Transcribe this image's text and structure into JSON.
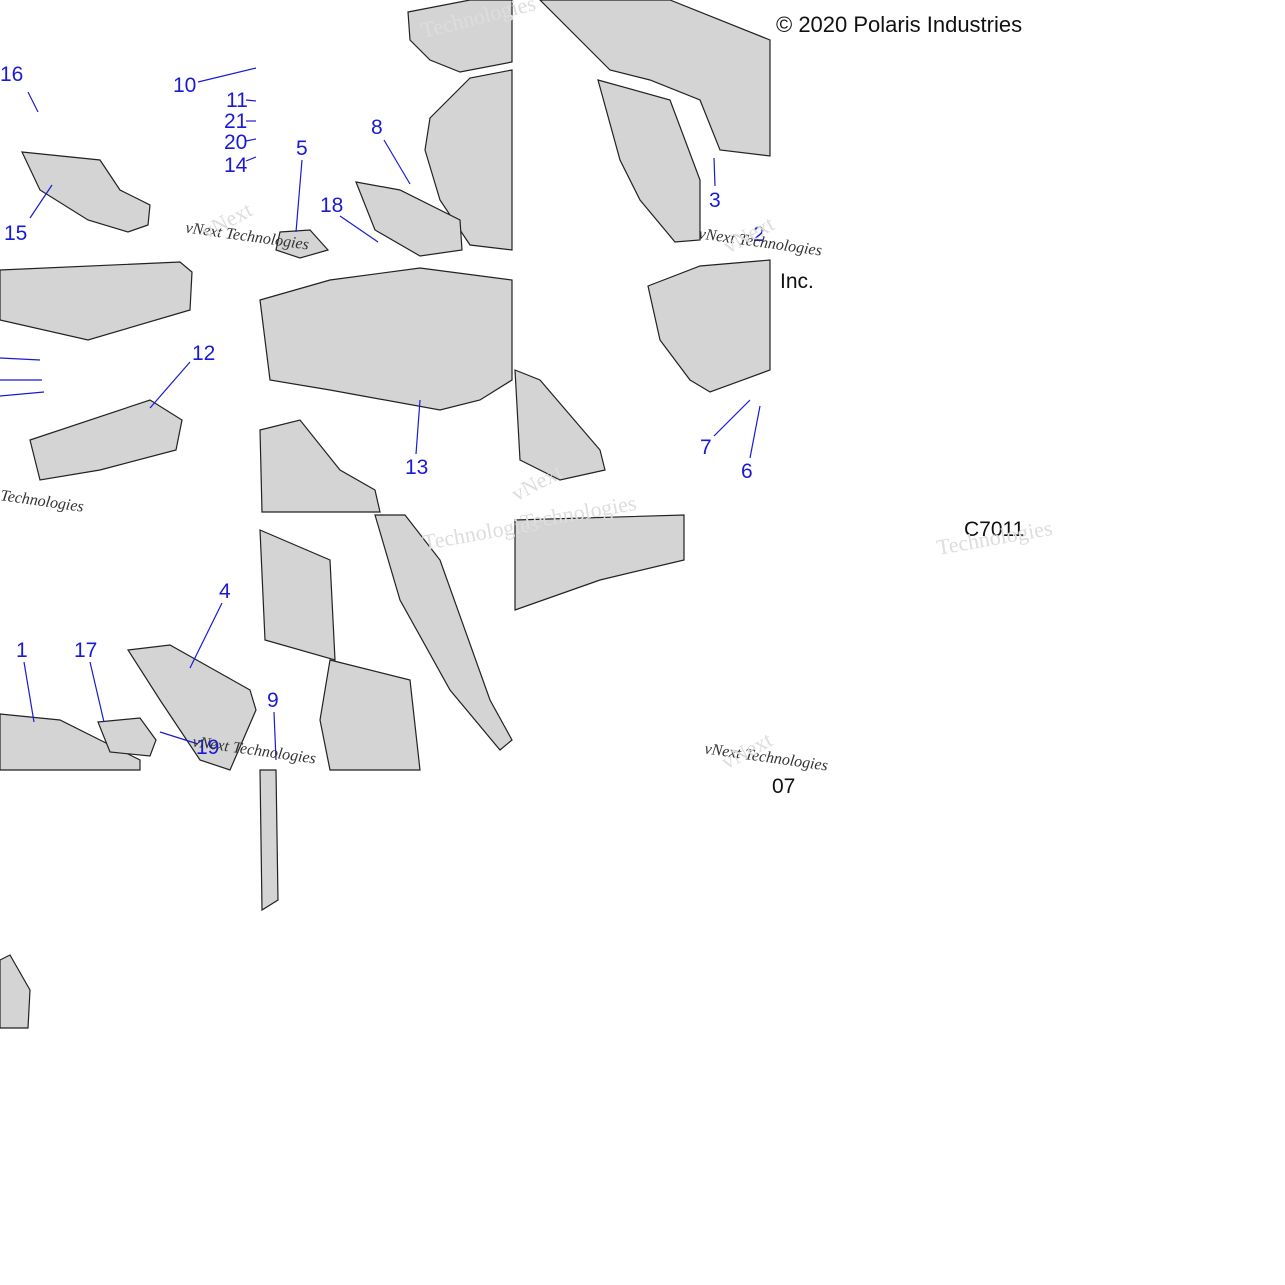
{
  "copyright": "© 2020 Polaris Industries",
  "copyright_suffix": "Inc.",
  "figure_code": "C7011",
  "figure_code_suffix": "07",
  "watermarks": {
    "brand": "vNext",
    "technologies": "Technologies",
    "tagline": "vNext Technologies"
  },
  "callouts": [
    {
      "id": "c1",
      "label": "1"
    },
    {
      "id": "c2",
      "label": "2"
    },
    {
      "id": "c3",
      "label": "3"
    },
    {
      "id": "c4",
      "label": "4"
    },
    {
      "id": "c5",
      "label": "5"
    },
    {
      "id": "c6",
      "label": "6"
    },
    {
      "id": "c7",
      "label": "7"
    },
    {
      "id": "c8",
      "label": "8"
    },
    {
      "id": "c9",
      "label": "9"
    },
    {
      "id": "c10",
      "label": "10"
    },
    {
      "id": "c11",
      "label": "11"
    },
    {
      "id": "c12",
      "label": "12"
    },
    {
      "id": "c13",
      "label": "13"
    },
    {
      "id": "c14",
      "label": "14"
    },
    {
      "id": "c15",
      "label": "15"
    },
    {
      "id": "c16",
      "label": "16"
    },
    {
      "id": "c17",
      "label": "17"
    },
    {
      "id": "c18",
      "label": "18"
    },
    {
      "id": "c19",
      "label": "19"
    },
    {
      "id": "c20",
      "label": "20"
    },
    {
      "id": "c21",
      "label": "21"
    }
  ],
  "colors": {
    "callout": "#1a1ad6",
    "part_fill": "#d4d4d4",
    "part_stroke": "#222222",
    "watermark": "#dddddd"
  }
}
